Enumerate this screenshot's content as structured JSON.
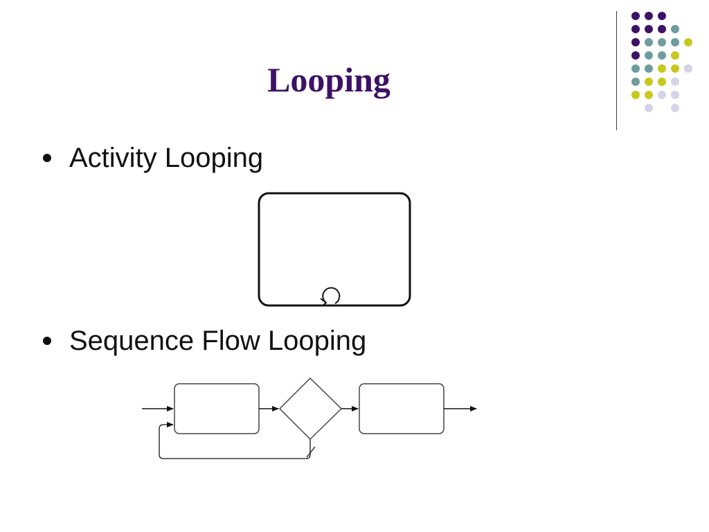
{
  "slide": {
    "title": "Looping",
    "bullets": [
      {
        "text": "Activity Looping"
      },
      {
        "text": "Sequence Flow Looping"
      }
    ]
  },
  "colors": {
    "title": "#3d1266",
    "dot_purple": "#3d1266",
    "dot_teal": "#6f9c9c",
    "dot_yellow": "#c8c81e",
    "dot_lavender": "#d4d4e6"
  },
  "icons": {
    "activity_loop_marker": "loop-arrow-icon"
  }
}
